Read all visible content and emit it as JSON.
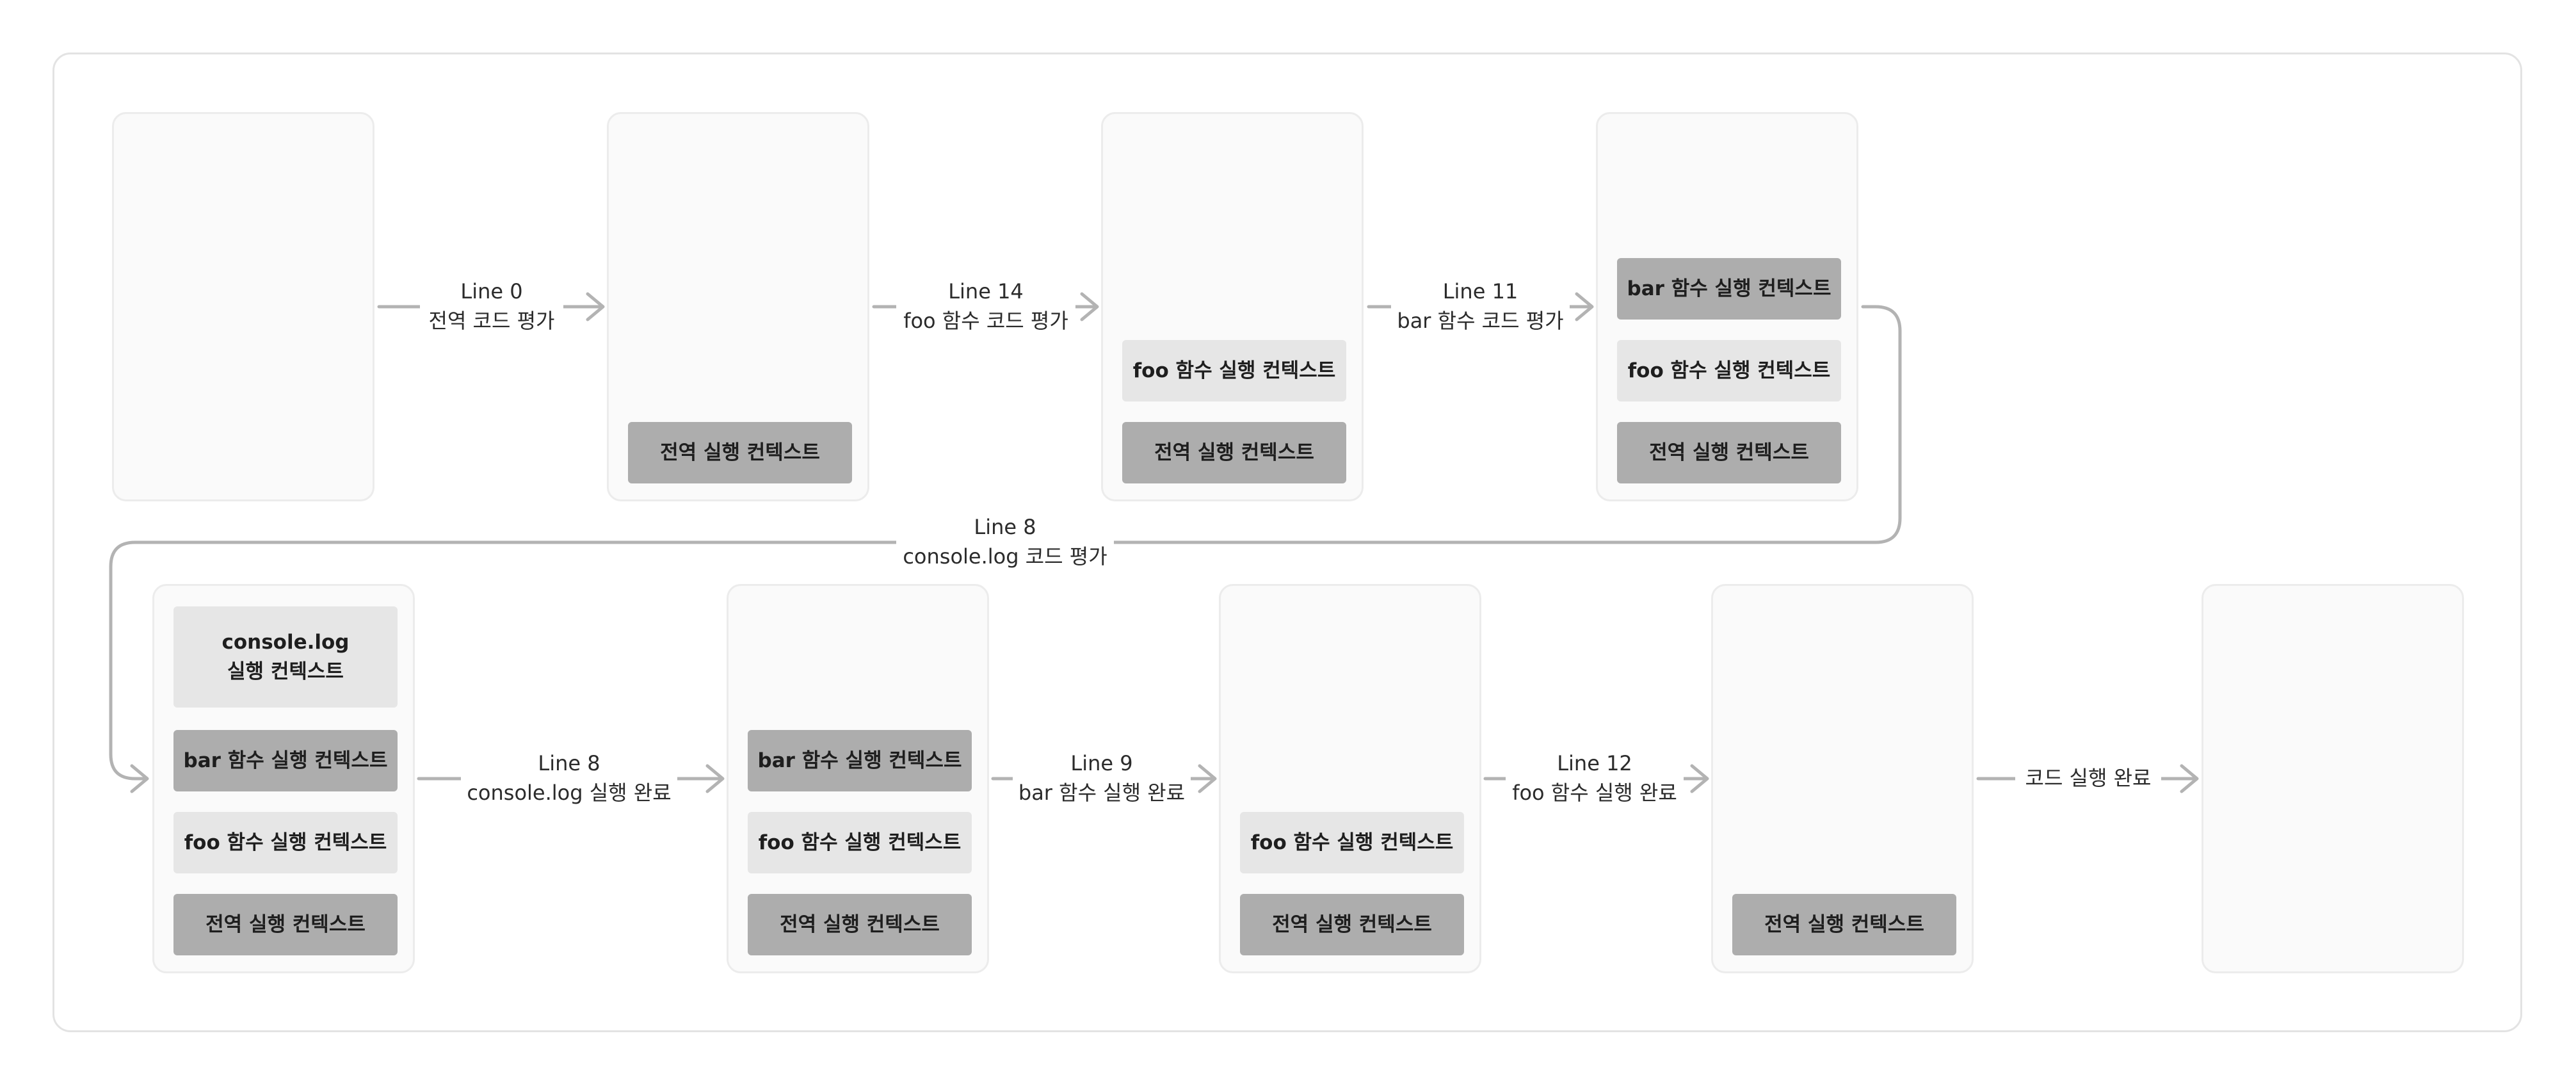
{
  "row1": {
    "stacks": [
      {
        "contexts": []
      },
      {
        "contexts": [
          {
            "label": "전역 실행 컨텍스트",
            "tone": "dark"
          }
        ]
      },
      {
        "contexts": [
          {
            "label": "foo 함수 실행 컨텍스트",
            "tone": "light"
          },
          {
            "label": "전역 실행 컨텍스트",
            "tone": "dark"
          }
        ]
      },
      {
        "contexts": [
          {
            "label": "bar 함수 실행 컨텍스트",
            "tone": "dark"
          },
          {
            "label": "foo 함수 실행 컨텍스트",
            "tone": "light"
          },
          {
            "label": "전역 실행 컨텍스트",
            "tone": "dark"
          }
        ]
      }
    ],
    "transitions": [
      {
        "line": "Line 0",
        "desc": "전역 코드 평가"
      },
      {
        "line": "Line 14",
        "desc": "foo 함수 코드 평가"
      },
      {
        "line": "Line 11",
        "desc": "bar 함수 코드 평가"
      }
    ]
  },
  "wrap_transition": {
    "line": "Line 8",
    "desc": "console.log 코드 평가"
  },
  "row2": {
    "stacks": [
      {
        "console_ctx": {
          "line1": "console.log",
          "line2": "실행 컨텍스트"
        },
        "contexts": [
          {
            "label": "bar 함수 실행 컨텍스트",
            "tone": "dark"
          },
          {
            "label": "foo 함수 실행 컨텍스트",
            "tone": "light"
          },
          {
            "label": "전역 실행 컨텍스트",
            "tone": "dark"
          }
        ]
      },
      {
        "contexts": [
          {
            "label": "bar 함수 실행 컨텍스트",
            "tone": "dark"
          },
          {
            "label": "foo 함수 실행 컨텍스트",
            "tone": "light"
          },
          {
            "label": "전역 실행 컨텍스트",
            "tone": "dark"
          }
        ]
      },
      {
        "contexts": [
          {
            "label": "foo 함수 실행 컨텍스트",
            "tone": "light"
          },
          {
            "label": "전역 실행 컨텍스트",
            "tone": "dark"
          }
        ]
      },
      {
        "contexts": [
          {
            "label": "전역 실행 컨텍스트",
            "tone": "dark"
          }
        ]
      },
      {
        "contexts": []
      }
    ],
    "transitions": [
      {
        "line": "Line 8",
        "desc": "console.log 실행 완료"
      },
      {
        "line": "Line 9",
        "desc": "bar 함수 실행 완료"
      },
      {
        "line": "Line 12",
        "desc": "foo 함수 실행 완료"
      },
      {
        "line": "",
        "desc": "코드 실행 완료"
      }
    ]
  },
  "colors": {
    "stack_bg": "#fafafa",
    "stack_border": "#ececec",
    "ctx_dark": "#adadad",
    "ctx_light": "#e6e6e6",
    "arrow": "#b3b3b3"
  }
}
